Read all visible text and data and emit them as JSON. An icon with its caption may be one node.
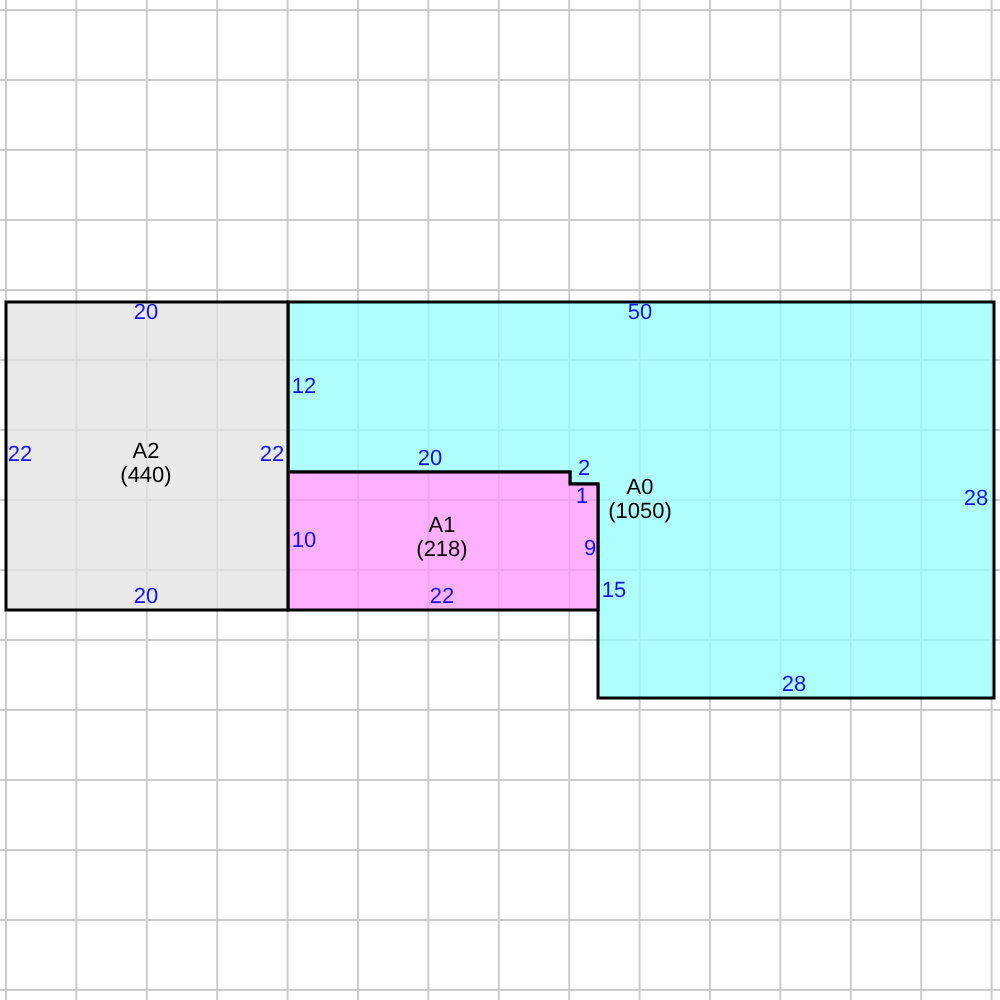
{
  "diagram": {
    "nodes": [
      {
        "text": [
          "A0",
          "(1050)"
        ]
      },
      {
        "text": [
          "A1",
          "(218)"
        ]
      },
      {
        "text": [
          "A2",
          "(440)"
        ]
      }
    ],
    "labels": [
      "20",
      "50",
      "12",
      "22",
      "22",
      "20",
      "2",
      "1",
      "28",
      "10",
      "9",
      "20",
      "22",
      "15",
      "28"
    ]
  }
}
